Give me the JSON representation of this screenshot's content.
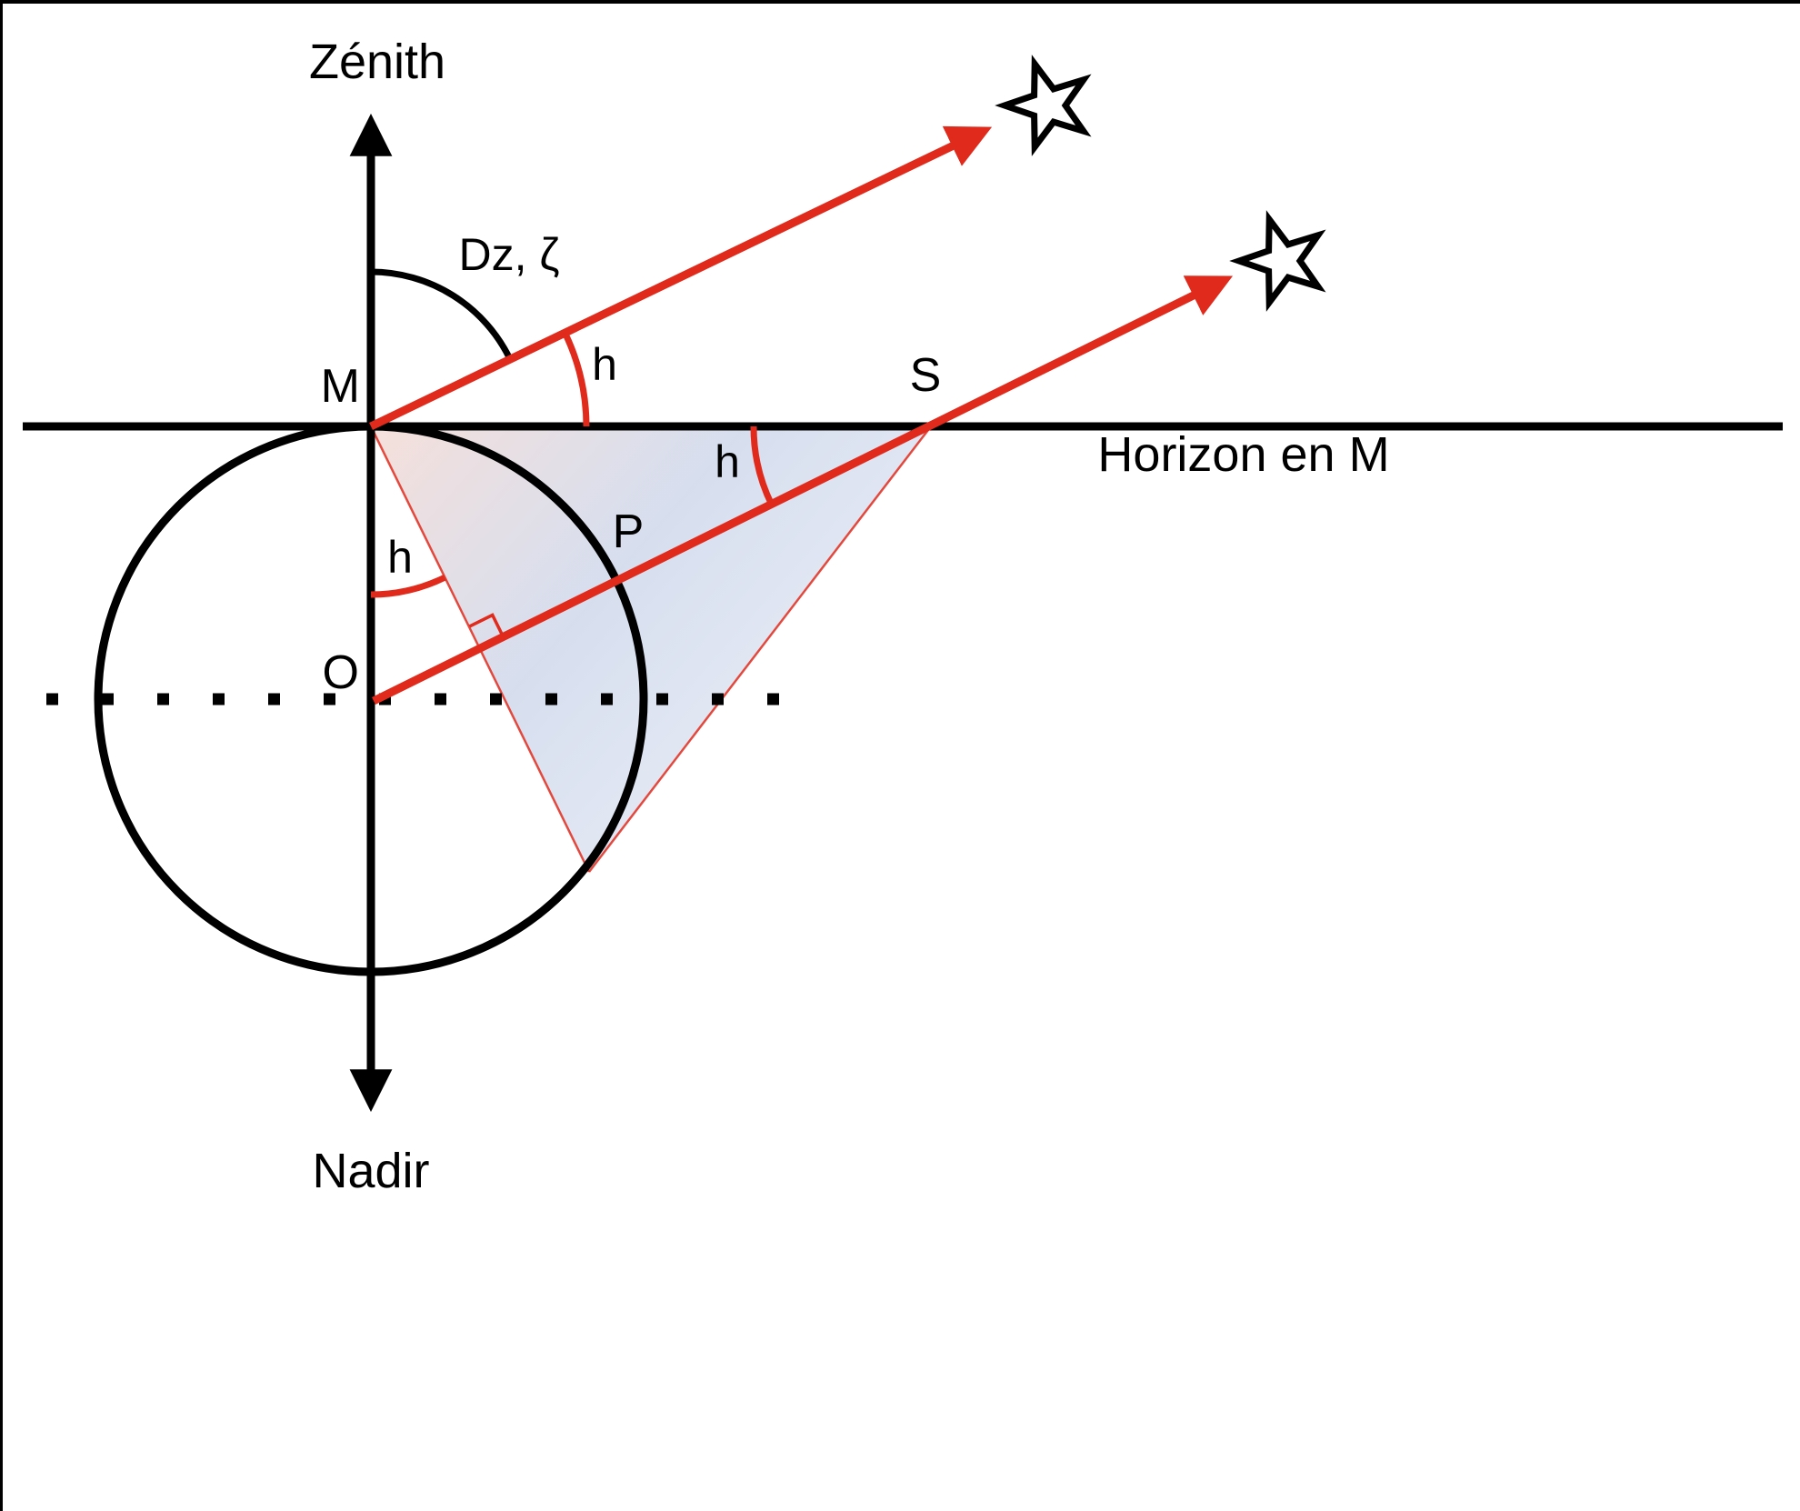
{
  "diagram": {
    "axis": {
      "top_label": "Zénith",
      "bottom_label": "Nadir"
    },
    "horizon_label": "Horizon en M",
    "points": {
      "m": "M",
      "o": "O",
      "p": "P",
      "s": "S"
    },
    "angles": {
      "zenith_distance": "Dz, ζ",
      "altitude_at_m": "h",
      "altitude_at_s": "h",
      "altitude_at_o": "h"
    },
    "colors": {
      "ray_red": "#e02a1c",
      "ink_black": "#000000"
    }
  }
}
